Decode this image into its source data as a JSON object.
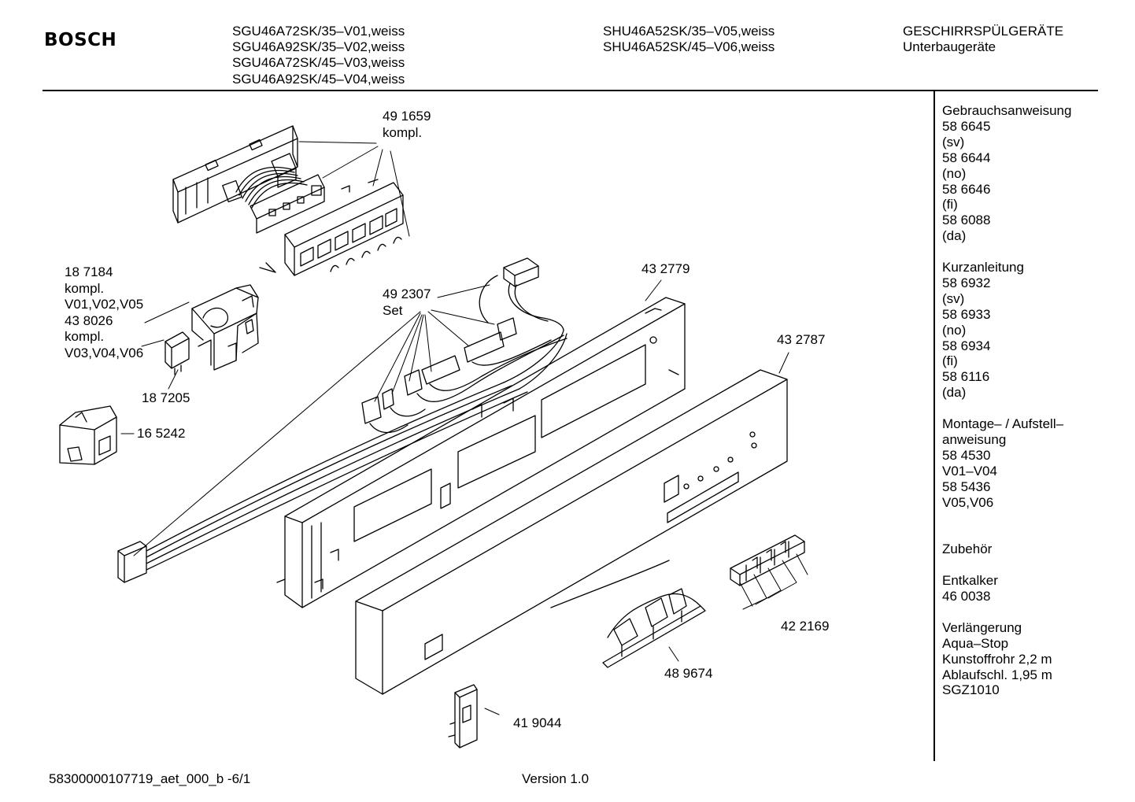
{
  "header": {
    "brand": "BOSCH",
    "models_left": [
      "SGU46A72SK/35–V01,weiss",
      "SGU46A92SK/35–V02,weiss",
      "SGU46A72SK/45–V03,weiss",
      "SGU46A92SK/45–V04,weiss"
    ],
    "models_right": [
      "SHU46A52SK/35–V05,weiss",
      "SHU46A52SK/45–V06,weiss"
    ],
    "category": [
      "GESCHIRRSPÜLGERÄTE",
      "Unterbaugeräte"
    ]
  },
  "sidebar": {
    "lines": [
      "Gebrauchsanweisung",
      "58 6645",
      "(sv)",
      "58 6644",
      "(no)",
      "58 6646",
      "(fi)",
      "58 6088",
      "(da)",
      "",
      "Kurzanleitung",
      "58 6932",
      "(sv)",
      "58 6933",
      "(no)",
      "58 6934",
      "(fi)",
      "58 6116",
      "(da)",
      "",
      "Montage– / Aufstell–",
      "anweisung",
      "58 4530",
      "V01–V04",
      "58 5436",
      "V05,V06",
      "",
      "",
      "Zubehör",
      "",
      "Entkalker",
      "46 0038",
      "",
      "Verlängerung",
      "Aqua–Stop",
      "Kunstoffrohr 2,2 m",
      "Ablaufschl. 1,95 m",
      "SGZ1010"
    ]
  },
  "parts": {
    "p491659": [
      "49 1659",
      "kompl."
    ],
    "p187184": [
      "18 7184",
      "kompl.",
      "V01,V02,V05",
      "43 8026",
      "kompl.",
      "V03,V04,V06"
    ],
    "p187205": [
      "18 7205"
    ],
    "p165242": [
      "16 5242"
    ],
    "p492307": [
      "49 2307",
      "Set"
    ],
    "p432779": [
      "43 2779"
    ],
    "p432787": [
      "43 2787"
    ],
    "p422169": [
      "42 2169"
    ],
    "p489674": [
      "48 9674"
    ],
    "p419044": [
      "41 9044"
    ]
  },
  "footer": {
    "doc_id": "58300000107719_aet_000_b -6/1",
    "version": "Version 1.0"
  }
}
